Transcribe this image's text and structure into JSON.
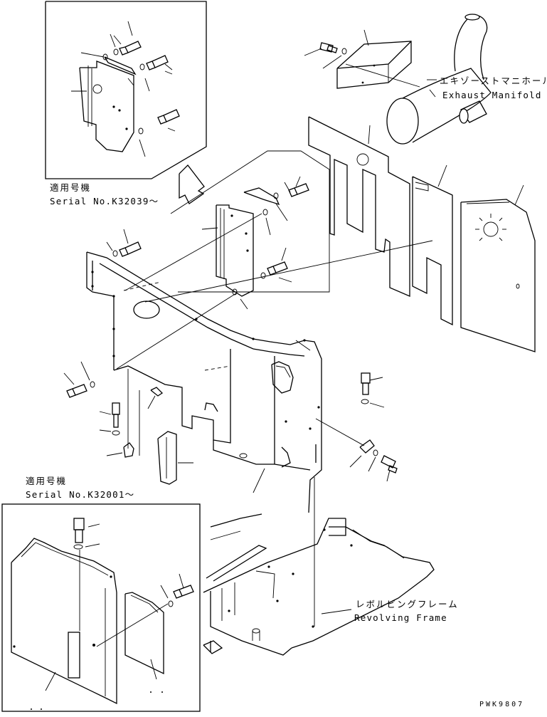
{
  "labels": {
    "exhaust_manifold_jp": "エキゾーストマニホールド",
    "exhaust_manifold_en": "Exhaust Manifold",
    "serial_top_jp": "適用号機",
    "serial_top_en": "Serial No.K32039～",
    "serial_bottom_jp": "適用号機",
    "serial_bottom_en": "Serial No.K32001～",
    "revolving_frame_jp": "レボルビングフレーム",
    "revolving_frame_en": "Revolving Frame",
    "drawing_code": "PWK9807"
  }
}
